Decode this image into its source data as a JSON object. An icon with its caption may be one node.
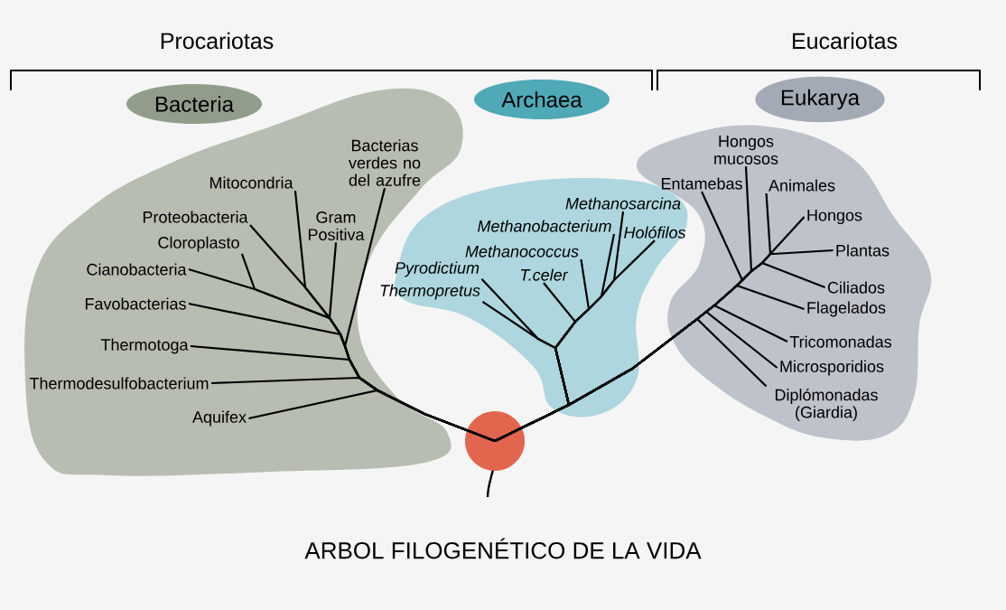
{
  "diagram": {
    "title": "ARBOL FILOGENÉTICO DE LA VIDA",
    "nodes": [
      {
        "text": [
          "Bacteria"
        ]
      },
      {
        "text": [
          "Archaea"
        ]
      },
      {
        "text": [
          "Eukarya"
        ]
      },
      {
        "text": [],
        "shape": "circle"
      },
      {
        "text": [
          "Mitocondria"
        ]
      },
      {
        "text": [
          "Bacterias verdes no del azufre"
        ]
      },
      {
        "text": [
          "Proteobacteria"
        ]
      },
      {
        "text": [
          "Gram Positiva"
        ]
      },
      {
        "text": [
          "Cloroplasto"
        ]
      },
      {
        "text": [
          "Cianobacteria"
        ]
      },
      {
        "text": [
          "Favobacterias"
        ]
      },
      {
        "text": [
          "Thermotoga"
        ]
      },
      {
        "text": [
          "Thermodesulfobacterium"
        ]
      },
      {
        "text": [
          "Aquifex"
        ]
      },
      {
        "text": [
          "Methanosarcina"
        ]
      },
      {
        "text": [
          "Methanobacterium"
        ]
      },
      {
        "text": [
          "Holófilos"
        ]
      },
      {
        "text": [
          "Methanococcus"
        ]
      },
      {
        "text": [
          "Pyrodictium"
        ]
      },
      {
        "text": [
          "T.celer"
        ]
      },
      {
        "text": [
          "Thermopretus"
        ]
      },
      {
        "text": [
          "Hongos mucosos"
        ]
      },
      {
        "text": [
          "Entamebas"
        ]
      },
      {
        "text": [
          "Animales"
        ]
      },
      {
        "text": [
          "Hongos"
        ]
      },
      {
        "text": [
          "Plantas"
        ]
      },
      {
        "text": [
          "Ciliados"
        ]
      },
      {
        "text": [
          "Flagelados"
        ]
      },
      {
        "text": [
          "Tricomonadas"
        ]
      },
      {
        "text": [
          "Microsporidios"
        ]
      },
      {
        "text": [
          "Diplómonadas (Giardia)"
        ]
      }
    ],
    "edges": [
      {
        "from": 3,
        "to": 4,
        "arrow": "none"
      },
      {
        "from": 3,
        "to": 5,
        "arrow": "none"
      },
      {
        "from": 3,
        "to": 6,
        "arrow": "none"
      },
      {
        "from": 3,
        "to": 7,
        "arrow": "none"
      },
      {
        "from": 3,
        "to": 8,
        "arrow": "none"
      },
      {
        "from": 3,
        "to": 9,
        "arrow": "none"
      },
      {
        "from": 3,
        "to": 10,
        "arrow": "none"
      },
      {
        "from": 3,
        "to": 11,
        "arrow": "none"
      },
      {
        "from": 3,
        "to": 12,
        "arrow": "none"
      },
      {
        "from": 3,
        "to": 13,
        "arrow": "none"
      },
      {
        "from": 3,
        "to": 14,
        "arrow": "none"
      },
      {
        "from": 3,
        "to": 15,
        "arrow": "none"
      },
      {
        "from": 3,
        "to": 16,
        "arrow": "none"
      },
      {
        "from": 3,
        "to": 17,
        "arrow": "none"
      },
      {
        "from": 3,
        "to": 18,
        "arrow": "none"
      },
      {
        "from": 3,
        "to": 19,
        "arrow": "none"
      },
      {
        "from": 3,
        "to": 20,
        "arrow": "none"
      },
      {
        "from": 3,
        "to": 21,
        "arrow": "none"
      },
      {
        "from": 3,
        "to": 22,
        "arrow": "none"
      },
      {
        "from": 3,
        "to": 23,
        "arrow": "none"
      },
      {
        "from": 3,
        "to": 24,
        "arrow": "none"
      },
      {
        "from": 3,
        "to": 25,
        "arrow": "none"
      },
      {
        "from": 3,
        "to": 26,
        "arrow": "none"
      },
      {
        "from": 3,
        "to": 27,
        "arrow": "none"
      },
      {
        "from": 3,
        "to": 28,
        "arrow": "none"
      },
      {
        "from": 3,
        "to": 29,
        "arrow": "none"
      },
      {
        "from": 3,
        "to": 30,
        "arrow": "none"
      }
    ],
    "labels": [
      "Procariotas",
      "Eucariotas"
    ]
  }
}
